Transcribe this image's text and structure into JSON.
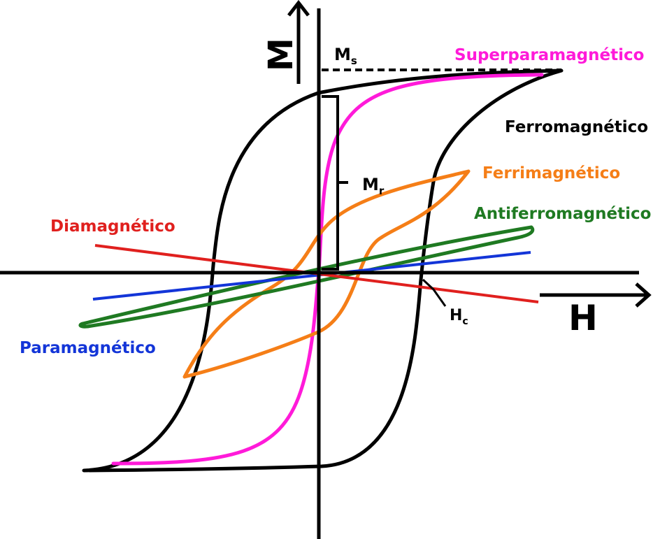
{
  "axes": {
    "h_label": "H",
    "m_label": "M"
  },
  "annotations": {
    "ms_main": "M",
    "ms_sub": "s",
    "mr_main": "M",
    "mr_sub": "r",
    "hc_main": "H",
    "hc_sub": "c"
  },
  "curves": [
    {
      "key": "superparamagnetic",
      "label": "Superparamagnético",
      "color": "#ff1ad9"
    },
    {
      "key": "ferromagnetic",
      "label": "Ferromagnético",
      "color": "#000000"
    },
    {
      "key": "ferrimagnetic",
      "label": "Ferrimagnético",
      "color": "#f57e17"
    },
    {
      "key": "antiferromagnetic",
      "label": "Antiferromagnético",
      "color": "#1f7a22"
    },
    {
      "key": "diamagnetic",
      "label": "Diamagnético",
      "color": "#e0201e"
    },
    {
      "key": "paramagnetic",
      "label": "Paramagnético",
      "color": "#1335d8"
    }
  ]
}
